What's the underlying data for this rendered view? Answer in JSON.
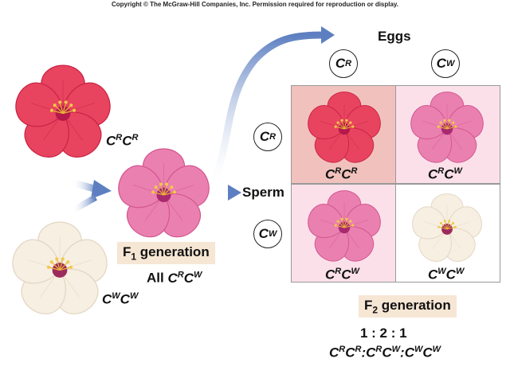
{
  "copyright": "Copyright © The McGraw-Hill Companies, Inc. Permission required for reproduction or display.",
  "parents": {
    "red_genotype": {
      "base1": "C",
      "sup1": "R",
      "base2": "C",
      "sup2": "R"
    },
    "white_genotype": {
      "base1": "C",
      "sup1": "W",
      "base2": "C",
      "sup2": "W"
    }
  },
  "f1": {
    "label_main": "F",
    "label_sub": "1",
    "label_rest": " generation",
    "all_prefix": "All ",
    "genotype": {
      "base1": "C",
      "sup1": "R",
      "base2": "C",
      "sup2": "W"
    }
  },
  "punnett": {
    "eggs_label": "Eggs",
    "sperm_label": "Sperm",
    "egg_alleles": [
      {
        "base": "C",
        "sup": "R"
      },
      {
        "base": "C",
        "sup": "W"
      }
    ],
    "sperm_alleles": [
      {
        "base": "C",
        "sup": "R"
      },
      {
        "base": "C",
        "sup": "W"
      }
    ],
    "cells": [
      {
        "base1": "C",
        "sup1": "R",
        "base2": "C",
        "sup2": "R",
        "flower": "red"
      },
      {
        "base1": "C",
        "sup1": "R",
        "base2": "C",
        "sup2": "W",
        "flower": "pink"
      },
      {
        "base1": "C",
        "sup1": "R",
        "base2": "C",
        "sup2": "W",
        "flower": "pink"
      },
      {
        "base1": "C",
        "sup1": "W",
        "base2": "C",
        "sup2": "W",
        "flower": "white"
      }
    ]
  },
  "f2": {
    "label_main": "F",
    "label_sub": "2",
    "label_rest": " generation",
    "ratio": "1 : 2 : 1",
    "ratio_genotypes": [
      {
        "base1": "C",
        "sup1": "R",
        "base2": "C",
        "sup2": "R"
      },
      {
        "base1": "C",
        "sup1": "R",
        "base2": "C",
        "sup2": "W"
      },
      {
        "base1": "C",
        "sup1": "W",
        "base2": "C",
        "sup2": "W"
      }
    ],
    "separator": ":"
  },
  "colors": {
    "red_flower": "#e8445f",
    "red_flower_dark": "#c92444",
    "pink_flower": "#ea80b0",
    "pink_flower_dark": "#d3558f",
    "white_flower": "#f6efe2",
    "white_flower_dark": "#e3d6c2",
    "cell_rr_bg": "#f1c2bd",
    "cell_pink_bg": "#fbe0ea",
    "cell_white_bg": "#ffffff",
    "arrow": "#5d7fc1",
    "gen_box_bg": "#f6e6d4"
  }
}
